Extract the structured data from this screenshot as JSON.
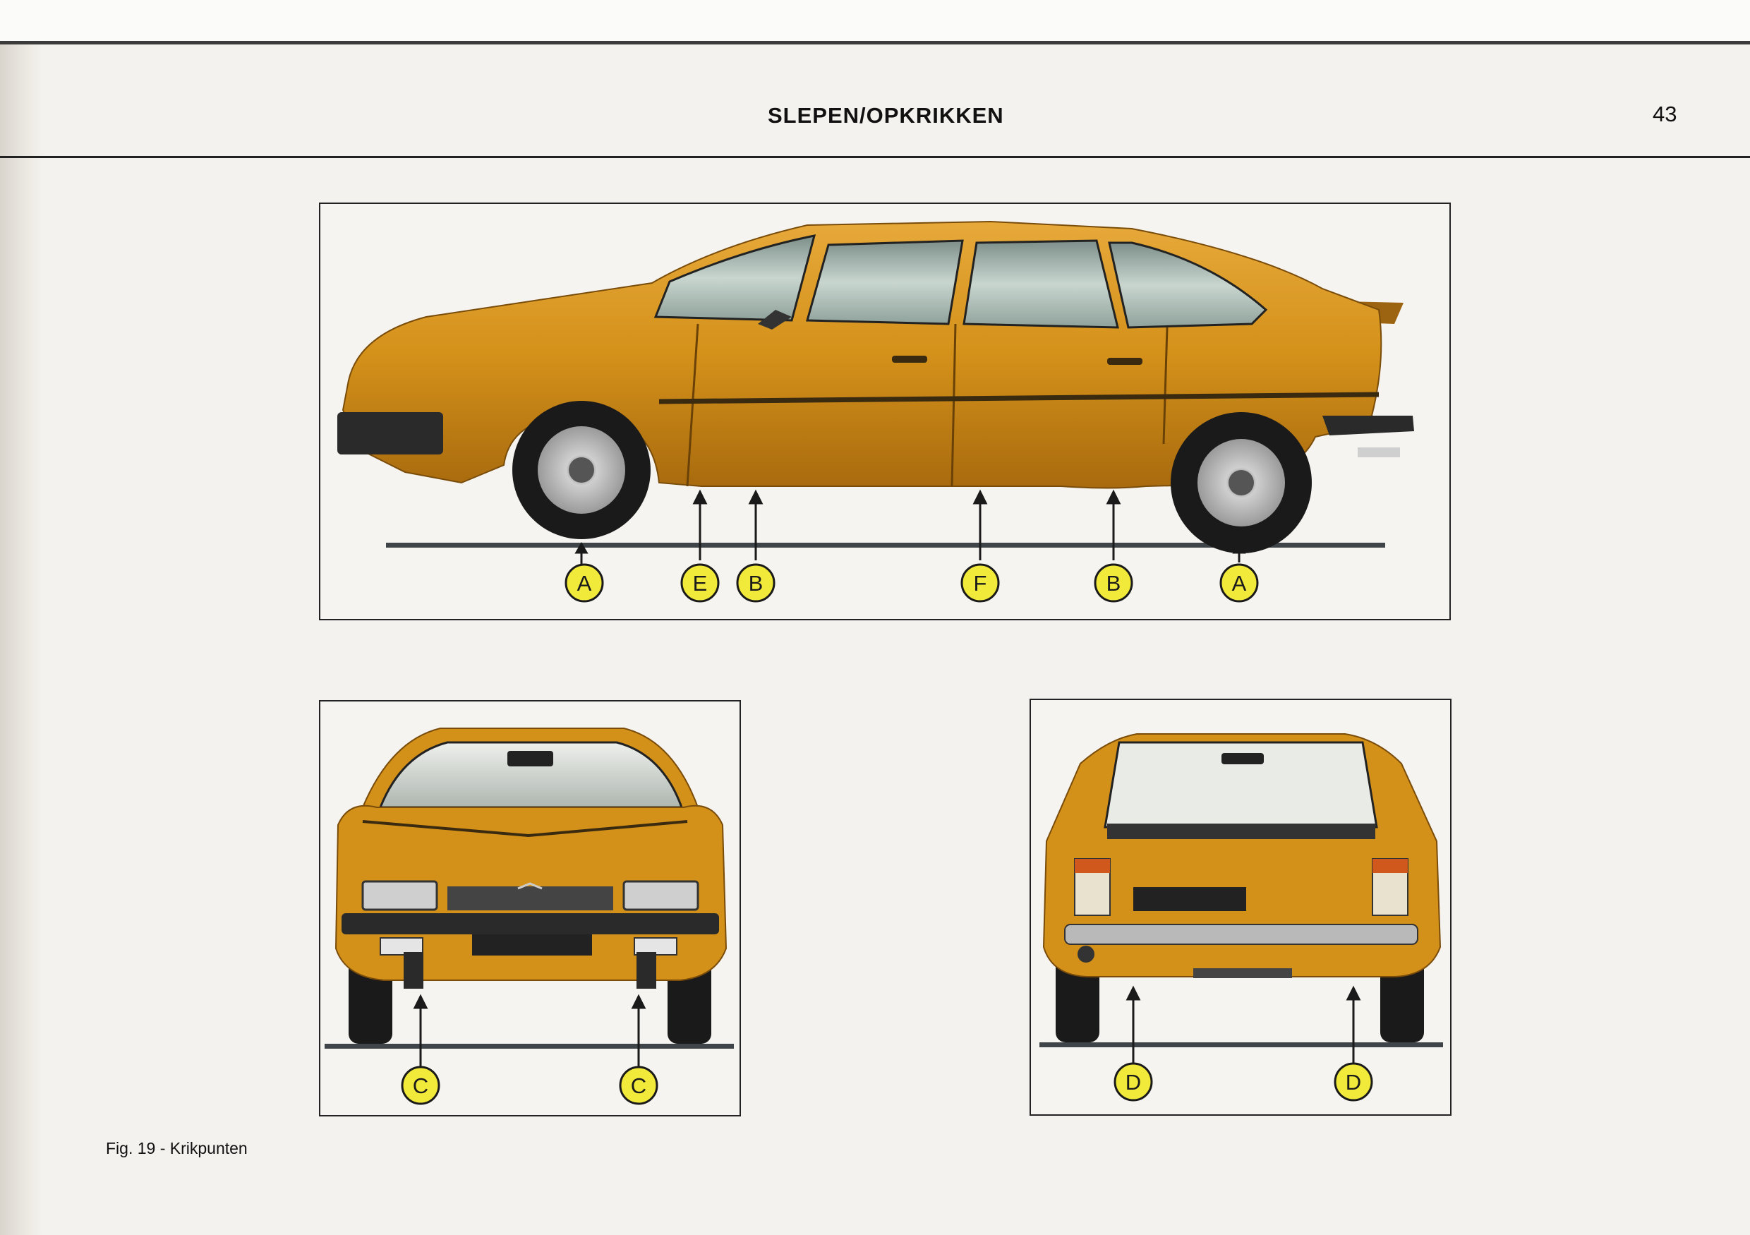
{
  "header": {
    "title": "SLEPEN/OPKRIKKEN",
    "page_number": "43"
  },
  "figures": {
    "side": {
      "labels": [
        "A",
        "E",
        "B",
        "F",
        "B",
        "A"
      ]
    },
    "front": {
      "labels": [
        "C",
        "C"
      ]
    },
    "rear": {
      "labels": [
        "D",
        "D"
      ]
    }
  },
  "caption": "Fig. 19 - Krikpunten",
  "colors": {
    "car_body": "#d4911a",
    "marker_fill": "#f2ea3a",
    "ink": "#1a1a1a"
  }
}
